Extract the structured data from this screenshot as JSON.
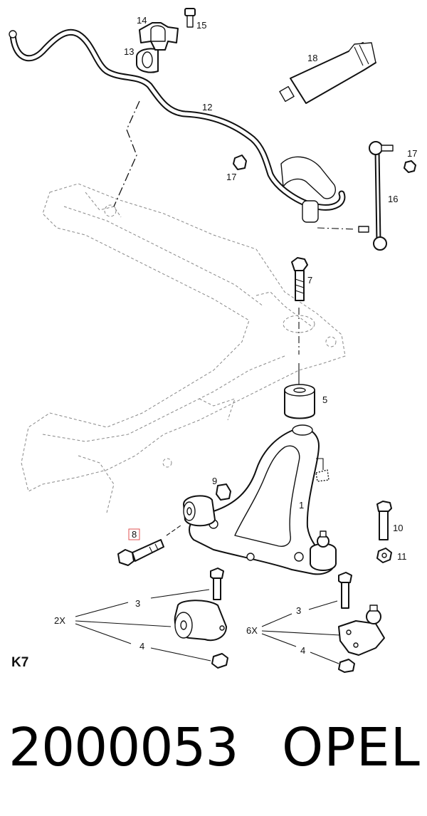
{
  "diagram": {
    "code": "K7",
    "callouts": {
      "c1": "1",
      "c3a": "3",
      "c3b": "3",
      "c4a": "4",
      "c4b": "4",
      "c5": "5",
      "c7": "7",
      "c8": "8",
      "c9": "9",
      "c10": "10",
      "c11": "11",
      "c12": "12",
      "c13": "13",
      "c14": "14",
      "c15": "15",
      "c16": "16",
      "c17a": "17",
      "c17b": "17",
      "c18": "18",
      "m2x": "2X",
      "m6x": "6X"
    }
  },
  "caption": {
    "part_number": "2000053",
    "brand": "OPEL"
  }
}
